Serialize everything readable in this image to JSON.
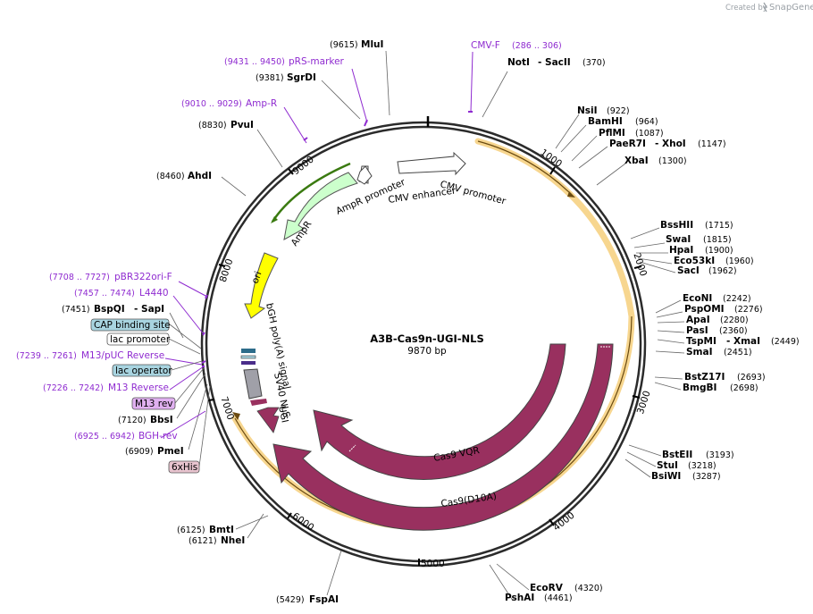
{
  "header": {
    "created_by": "Created by",
    "brand": "SnapGene"
  },
  "plasmid": {
    "name": "A3B-Cas9n-UGI-NLS",
    "length_label": "9870 bp",
    "length": 9870
  },
  "ticks": [
    "1000",
    "2000",
    "3000",
    "4000",
    "5000",
    "6000",
    "7000",
    "8000",
    "9000"
  ],
  "enzymes_right": [
    {
      "name": "NotI",
      "extra": "- SacII",
      "pos": "(370)"
    },
    {
      "name": "NsiI",
      "pos": "(922)"
    },
    {
      "name": "BamHI",
      "pos": "(964)"
    },
    {
      "name": "PflMI",
      "pos": "(1087)"
    },
    {
      "name": "PaeR7I",
      "extra": "- XhoI",
      "pos": "(1147)"
    },
    {
      "name": "XbaI",
      "pos": "(1300)"
    },
    {
      "name": "BssHII",
      "pos": "(1715)"
    },
    {
      "name": "SwaI",
      "pos": "(1815)"
    },
    {
      "name": "HpaI",
      "pos": "(1900)"
    },
    {
      "name": "Eco53kI",
      "pos": "(1960)"
    },
    {
      "name": "SacI",
      "pos": "(1962)"
    },
    {
      "name": "EcoNI",
      "pos": "(2242)"
    },
    {
      "name": "PspOMI",
      "pos": "(2276)"
    },
    {
      "name": "ApaI",
      "pos": "(2280)"
    },
    {
      "name": "PasI",
      "pos": "(2360)"
    },
    {
      "name": "TspMI",
      "extra": "- XmaI",
      "pos": "(2449)"
    },
    {
      "name": "SmaI",
      "pos": "(2451)"
    },
    {
      "name": "BstZ17I",
      "pos": "(2693)"
    },
    {
      "name": "BmgBI",
      "pos": "(2698)"
    },
    {
      "name": "BstEII",
      "pos": "(3193)"
    },
    {
      "name": "StuI",
      "pos": "(3218)"
    },
    {
      "name": "BsiWI",
      "pos": "(3287)"
    },
    {
      "name": "EcoRV",
      "pos": "(4320)"
    },
    {
      "name": "PshAI",
      "pos": "(4461)"
    }
  ],
  "enzymes_left": [
    {
      "name": "MluI",
      "pos": "(9615)"
    },
    {
      "name": "SgrDI",
      "pos": "(9381)"
    },
    {
      "name": "PvuI",
      "pos": "(8830)"
    },
    {
      "name": "AhdI",
      "pos": "(8460)"
    },
    {
      "name": "BspQI",
      "extra": "- SapI",
      "pos": "(7451)"
    },
    {
      "name": "BbsI",
      "pos": "(7120)"
    },
    {
      "name": "PmeI",
      "pos": "(6909)"
    },
    {
      "name": "BmtI",
      "pos": "(6125)"
    },
    {
      "name": "NheI",
      "pos": "(6121)"
    },
    {
      "name": "FspAI",
      "pos": "(5429)"
    }
  ],
  "primers": [
    {
      "name": "CMV-F",
      "range": "(286 .. 306)"
    },
    {
      "name": "pRS-marker",
      "range": "(9431 .. 9450)"
    },
    {
      "name": "Amp-R",
      "range": "(9010 .. 9029)"
    },
    {
      "name": "pBR322ori-F",
      "range": "(7708 .. 7727)"
    },
    {
      "name": "L4440",
      "range": "(7457 .. 7474)"
    },
    {
      "name": "M13/pUC Reverse",
      "range": "(7239 .. 7261)"
    },
    {
      "name": "M13 Reverse",
      "range": "(7226 .. 7242)"
    },
    {
      "name": "BGH-rev",
      "range": "(6925 .. 6942)"
    }
  ],
  "boxed_features": [
    {
      "label": "CAP binding site",
      "fill": "#a8d4e0"
    },
    {
      "label": "lac promoter",
      "fill": "#ffffff"
    },
    {
      "label": "lac operator",
      "fill": "#a8d4e0"
    },
    {
      "label": "M13 rev",
      "fill": "#e0b0f0"
    },
    {
      "label": "6xHis",
      "fill": "#e8c4cf"
    }
  ],
  "features": {
    "cmv_promoter": "CMV promoter",
    "cmv_enhancer": "CMV enhancer",
    "ampr_promoter": "AmpR promoter",
    "ampr": "AmpR",
    "ori": "ori",
    "bgh": "bGH poly(A) signal",
    "sv40": "SV40 NLS",
    "ugi": "UGI",
    "cas9_vqr": "Cas9 VQR",
    "cas9_d10a": "Cas9(D10A)"
  },
  "colors": {
    "backbone": "#2b2b2b",
    "cas9": "#99305f",
    "ampr": "#ccffcc",
    "ori": "#ffff00",
    "orf_band": "#f7d68f",
    "primer": "#8f2bd0",
    "gray_feature": "#a0a0a8"
  }
}
